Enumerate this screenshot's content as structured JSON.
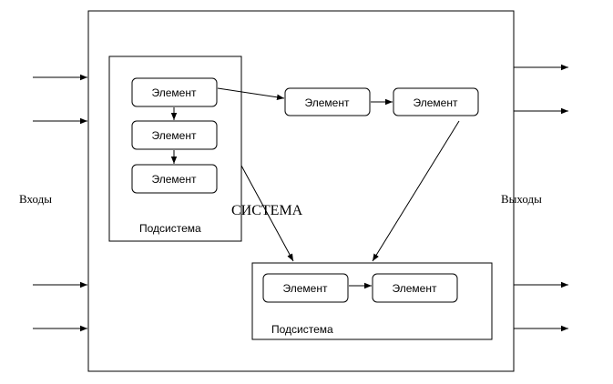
{
  "diagram": {
    "system_label": "СИСТЕМА",
    "inputs_label": "Входы",
    "outputs_label": "Выходы",
    "subsystem_left": {
      "label": "Подсистема",
      "elements": [
        "Элемент",
        "Элемент",
        "Элемент"
      ]
    },
    "middle_elements": [
      "Элемент",
      "Элемент"
    ],
    "subsystem_bottom": {
      "label": "Подсистема",
      "elements": [
        "Элемент",
        "Элемент"
      ]
    }
  }
}
